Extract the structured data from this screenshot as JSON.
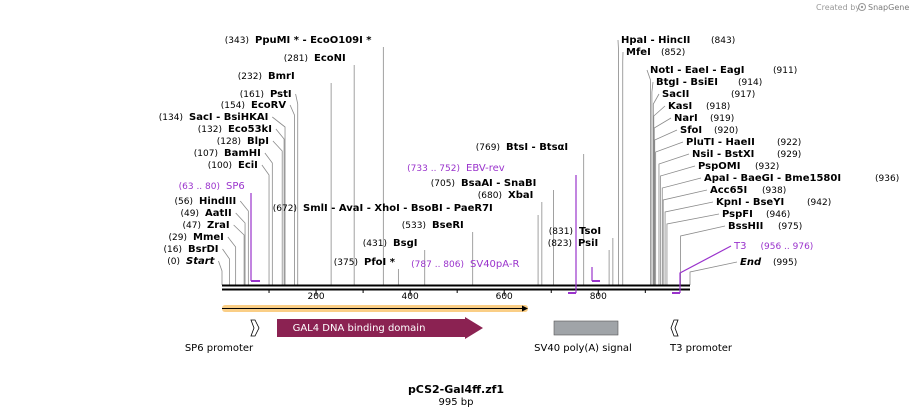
{
  "credit": {
    "prefix": "Created by",
    "brand": "SnapGene"
  },
  "map": {
    "title": "pCS2-Gal4ff.zf1",
    "length": "995 bp",
    "length_bp": 995
  },
  "ruler": {
    "ticks": [
      200,
      400,
      600,
      800
    ]
  },
  "sites_left": [
    {
      "pos": "(343)",
      "name": "PpuMI * - EcoO109I *",
      "bp": 343
    },
    {
      "pos": "(281)",
      "name": "EcoNI",
      "bp": 281
    },
    {
      "pos": "(232)",
      "name": "BmrI",
      "bp": 232
    },
    {
      "pos": "(161)",
      "name": "PstI",
      "bp": 161
    },
    {
      "pos": "(154)",
      "name": "EcoRV",
      "bp": 154
    },
    {
      "pos": "(134)",
      "name": "SacI - BsiHKAI",
      "bp": 134
    },
    {
      "pos": "(132)",
      "name": "Eco53kI",
      "bp": 132
    },
    {
      "pos": "(128)",
      "name": "BlpI",
      "bp": 128
    },
    {
      "pos": "(107)",
      "name": "BamHI",
      "bp": 107
    },
    {
      "pos": "(100)",
      "name": "EciI",
      "bp": 100
    },
    {
      "pos": "(56)",
      "name": "HindIII",
      "bp": 56
    },
    {
      "pos": "(49)",
      "name": "AatII",
      "bp": 49
    },
    {
      "pos": "(47)",
      "name": "ZraI",
      "bp": 47
    },
    {
      "pos": "(29)",
      "name": "MmeI",
      "bp": 29
    },
    {
      "pos": "(16)",
      "name": "BsrDI",
      "bp": 16
    },
    {
      "pos": "(0)",
      "name": "Start",
      "bp": 0
    }
  ],
  "sites_middle": [
    {
      "pos": "(672)",
      "name": "SmlI - AvaI - XhoI - BsoBI - PaeR7I",
      "bp": 672
    },
    {
      "pos": "(375)",
      "name": "PfoI *",
      "bp": 375
    },
    {
      "pos": "(431)",
      "name": "BsgI",
      "bp": 431
    },
    {
      "pos": "(533)",
      "name": "BseRI",
      "bp": 533
    },
    {
      "pos": "(705)",
      "name": "BsaAI - SnaBI",
      "bp": 705
    },
    {
      "pos": "(680)",
      "name": "XbaI",
      "bp": 680
    },
    {
      "pos": "(769)",
      "name": "BtsI - BtsαI",
      "bp": 769
    },
    {
      "pos": "(831)",
      "name": "TsoI",
      "bp": 831
    },
    {
      "pos": "(823)",
      "name": "PsiI",
      "bp": 823
    }
  ],
  "sites_right": [
    {
      "pos": "(843)",
      "name": "HpaI - HincII",
      "bp": 843
    },
    {
      "pos": "(852)",
      "name": "MfeI",
      "bp": 852
    },
    {
      "pos": "(911)",
      "name": "NotI - EaeI - EagI",
      "bp": 911
    },
    {
      "pos": "(914)",
      "name": "BtgI - BsiEI",
      "bp": 914
    },
    {
      "pos": "(917)",
      "name": "SacII",
      "bp": 917
    },
    {
      "pos": "(918)",
      "name": "KasI",
      "bp": 918
    },
    {
      "pos": "(919)",
      "name": "NarI",
      "bp": 919
    },
    {
      "pos": "(920)",
      "name": "SfoI",
      "bp": 920
    },
    {
      "pos": "(922)",
      "name": "PluTI - HaeII",
      "bp": 922
    },
    {
      "pos": "(929)",
      "name": "NsiI - BstXI",
      "bp": 929
    },
    {
      "pos": "(932)",
      "name": "PspOMI",
      "bp": 932
    },
    {
      "pos": "(936)",
      "name": "ApaI - BaeGI - Bme1580I",
      "bp": 936
    },
    {
      "pos": "(938)",
      "name": "Acc65I",
      "bp": 938
    },
    {
      "pos": "(942)",
      "name": "KpnI - BseYI",
      "bp": 942
    },
    {
      "pos": "(946)",
      "name": "PspFI",
      "bp": 946
    },
    {
      "pos": "(975)",
      "name": "BssHII",
      "bp": 975
    },
    {
      "pos": "(995)",
      "name": "End",
      "bp": 995
    }
  ],
  "primers": [
    {
      "name": "SP6",
      "range": "(63 .. 80)",
      "start": 63,
      "end": 80
    },
    {
      "name": "EBV-rev",
      "range": "(733 .. 752)",
      "start": 733,
      "end": 752
    },
    {
      "name": "SV40pA-R",
      "range": "(787 .. 806)",
      "start": 787,
      "end": 806
    },
    {
      "name": "T3",
      "range": "(956 .. 976)",
      "start": 956,
      "end": 976
    }
  ],
  "features": [
    {
      "name": "SP6 promoter",
      "type": "promoter",
      "start": 63,
      "end": 80
    },
    {
      "name": "GAL4 DNA binding domain",
      "type": "cds",
      "start": 117,
      "end": 560
    },
    {
      "name": "SV40 poly(A) signal",
      "type": "polyA",
      "start": 700,
      "end": 830
    },
    {
      "name": "T3 promoter",
      "type": "promoter",
      "start": 956,
      "end": 976
    }
  ],
  "colors": {
    "cds": "#8b2252",
    "polyA": "#a0a4a8",
    "primer": "#9a33cc",
    "highlight": "#f5a623",
    "backbone": "#000000"
  }
}
